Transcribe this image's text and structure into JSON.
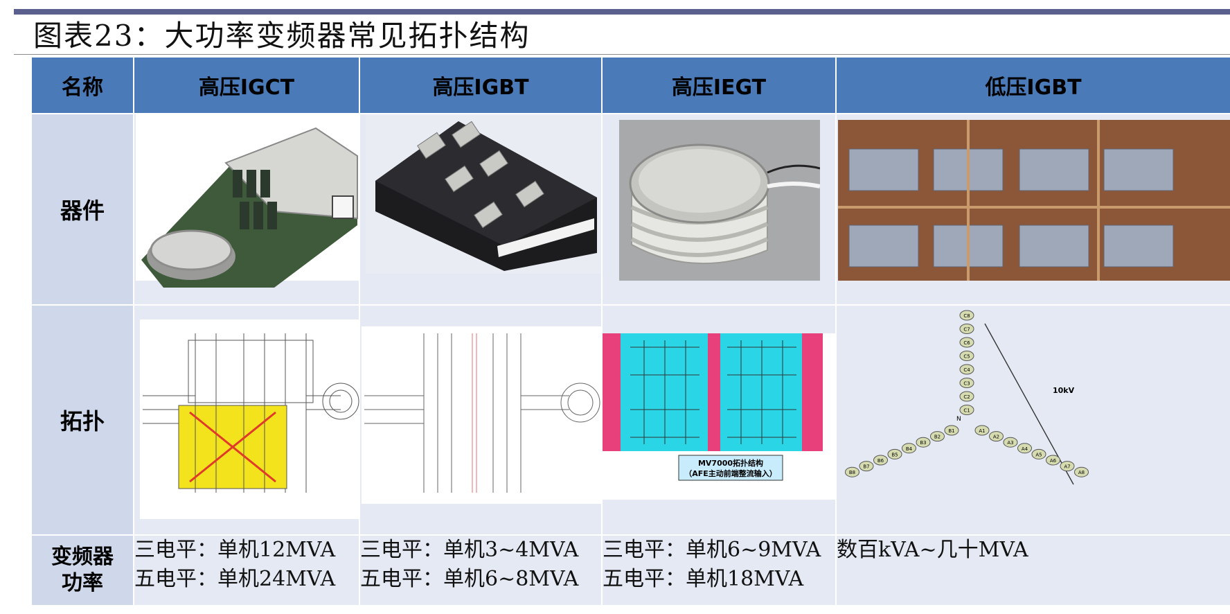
{
  "title": "图表23：大功率变频器常见拓扑结构",
  "headers": [
    "名称",
    "高压IGCT",
    "高压IGBT",
    "高压IEGT",
    "低压IGBT"
  ],
  "row_labels": {
    "device": "器件",
    "topology": "拓扑",
    "power_a": "变频器",
    "power_b": "功率"
  },
  "power": [
    [
      "三电平：单机12MVA",
      "五电平：单机24MVA"
    ],
    [
      "三电平：单机3~4MVA",
      "五电平：单机6~8MVA"
    ],
    [
      "三电平：单机6~9MVA",
      "五电平：单机18MVA"
    ],
    [
      "数百kVA~几十MVA"
    ]
  ],
  "topo_labels": {
    "mv7000_a": "MV7000拓扑结构",
    "mv7000_b": "（AFE主动前端整流输入）",
    "voltage": "10kV",
    "neutral": "N",
    "c_cells": [
      "C8",
      "C7",
      "C6",
      "C5",
      "C4",
      "C3",
      "C2",
      "C1"
    ],
    "a_cells": [
      "A1",
      "A2",
      "A3",
      "A4",
      "A5",
      "A6",
      "A7",
      "A8"
    ],
    "b_cells": [
      "B1",
      "B2",
      "B3",
      "B4",
      "B5",
      "B6",
      "B7",
      "B8"
    ]
  },
  "colors": {
    "header": "#4a7ab8",
    "label_bg": "#cfd8ea",
    "cell_bg": "#e4e9f3",
    "title_bar": "#5b5f8e",
    "cyan": "#2ad6e6",
    "magenta": "#e8407a",
    "yellow": "#f3e31c"
  }
}
